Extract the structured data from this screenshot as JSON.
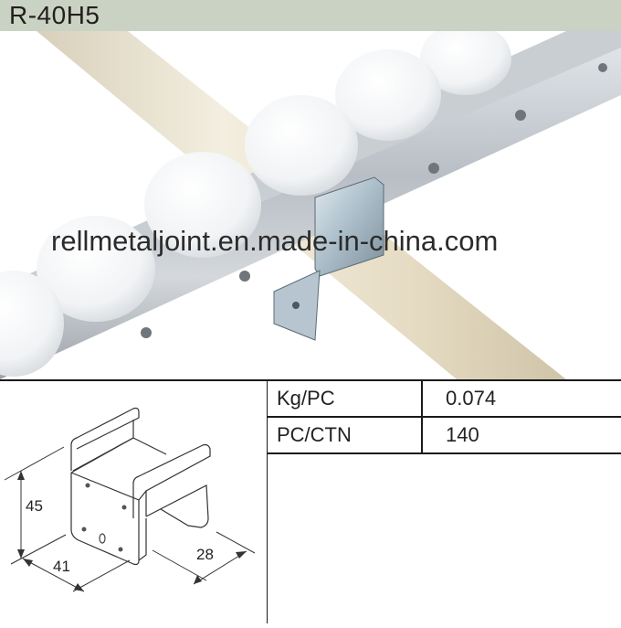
{
  "header": {
    "title": "R-40H5",
    "band_color": "#c9d2c3"
  },
  "photo": {
    "watermark": "rellmetaljoint.en.made-in-china.com",
    "description": "Roller track rail with white rollers mounted on cream pipe via zinc-plated bracket"
  },
  "drawing": {
    "dimensions": {
      "height": "45",
      "width": "41",
      "depth": "28"
    }
  },
  "specs": [
    {
      "label": "Kg/PC",
      "value": "0.074"
    },
    {
      "label": "PC/CTN",
      "value": "140"
    }
  ]
}
